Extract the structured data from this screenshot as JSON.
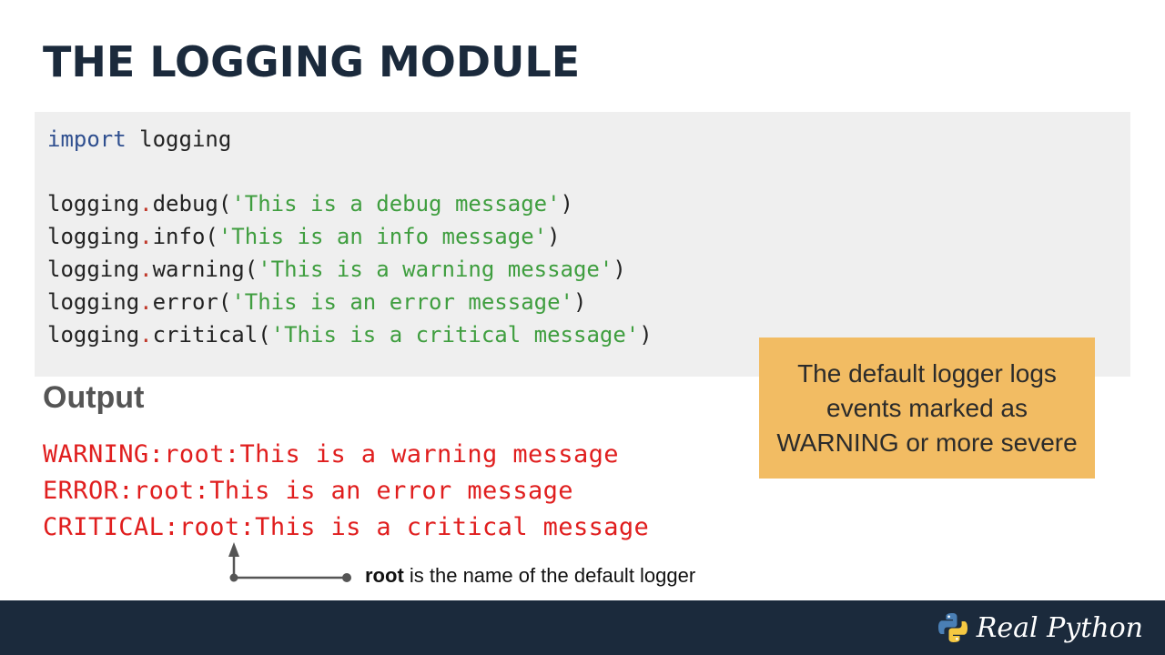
{
  "slide": {
    "title": "THE LOGGING MODULE"
  },
  "code": {
    "import_keyword": "import",
    "import_module": " logging",
    "lines": [
      {
        "obj": "logging",
        "dot": ".",
        "method": "debug(",
        "str": "'This is a debug message'",
        "close": ")"
      },
      {
        "obj": "logging",
        "dot": ".",
        "method": "info(",
        "str": "'This is an info message'",
        "close": ")"
      },
      {
        "obj": "logging",
        "dot": ".",
        "method": "warning(",
        "str": "'This is a warning message'",
        "close": ")"
      },
      {
        "obj": "logging",
        "dot": ".",
        "method": "error(",
        "str": "'This is an error message'",
        "close": ")"
      },
      {
        "obj": "logging",
        "dot": ".",
        "method": "critical(",
        "str": "'This is a critical message'",
        "close": ")"
      }
    ]
  },
  "output": {
    "heading": "Output",
    "lines": [
      "WARNING:root:This is a warning message",
      "ERROR:root:This is an error message",
      "CRITICAL:root:This is a critical message"
    ]
  },
  "note": {
    "text": "The default logger logs events marked as WARNING or more severe",
    "background": "#f2bc63"
  },
  "annotation": {
    "bold": "root",
    "rest": " is the name of the default logger"
  },
  "footer": {
    "brand": "Real Python",
    "icon": "python-logo-icon",
    "background": "#1b2a3c"
  }
}
